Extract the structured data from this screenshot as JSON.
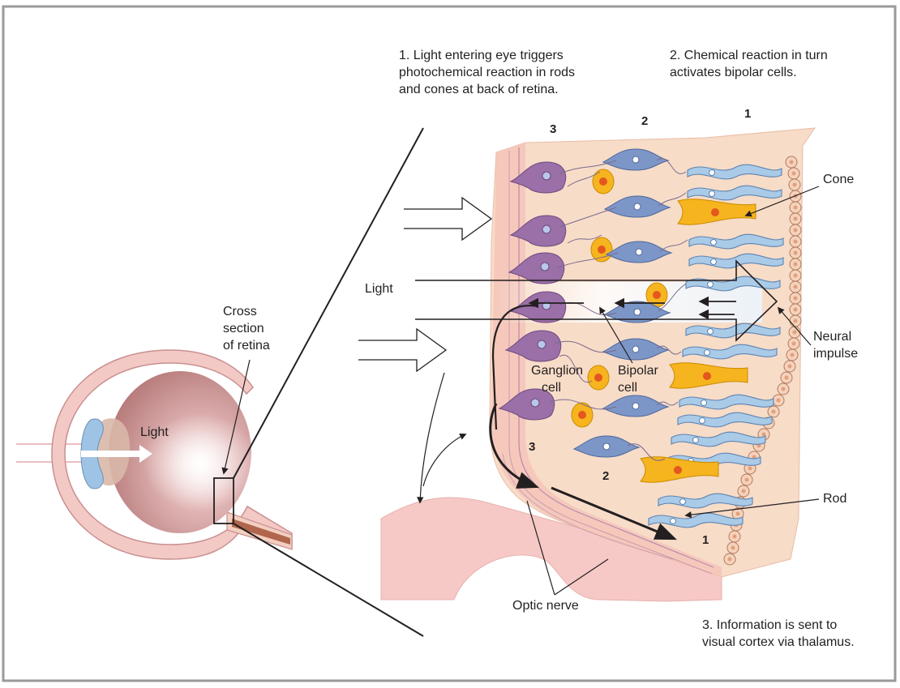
{
  "captions": {
    "step1": [
      "1. Light entering eye triggers",
      "photochemical reaction in rods",
      "and cones at back of retina."
    ],
    "step2": [
      "2. Chemical reaction in turn",
      "activates bipolar cells."
    ],
    "step3": [
      "3. Information is sent to",
      "visual cortex via thalamus."
    ]
  },
  "labels": {
    "light_main": "Light",
    "light_eye": "Light",
    "cross_section": [
      "Cross",
      "section",
      "of retina"
    ],
    "cone": "Cone",
    "rod": "Rod",
    "neural_impulse": [
      "Neural",
      "impulse"
    ],
    "ganglion": [
      "Ganglion",
      "cell"
    ],
    "bipolar": [
      "Bipolar",
      "cell"
    ],
    "optic_nerve": "Optic nerve"
  },
  "layer_numbers": {
    "top_3": "3",
    "top_2": "2",
    "top_1": "1",
    "bottom_3": "3",
    "bottom_2": "2",
    "bottom_1": "1"
  },
  "colors": {
    "retina_tissue": "#f7dcc8",
    "ganglion": "#9b6fa8",
    "bipolar": "#7d96c8",
    "cone": "#f6b41e",
    "rod": "#a9cbe8",
    "eye": "#c98f8f"
  }
}
